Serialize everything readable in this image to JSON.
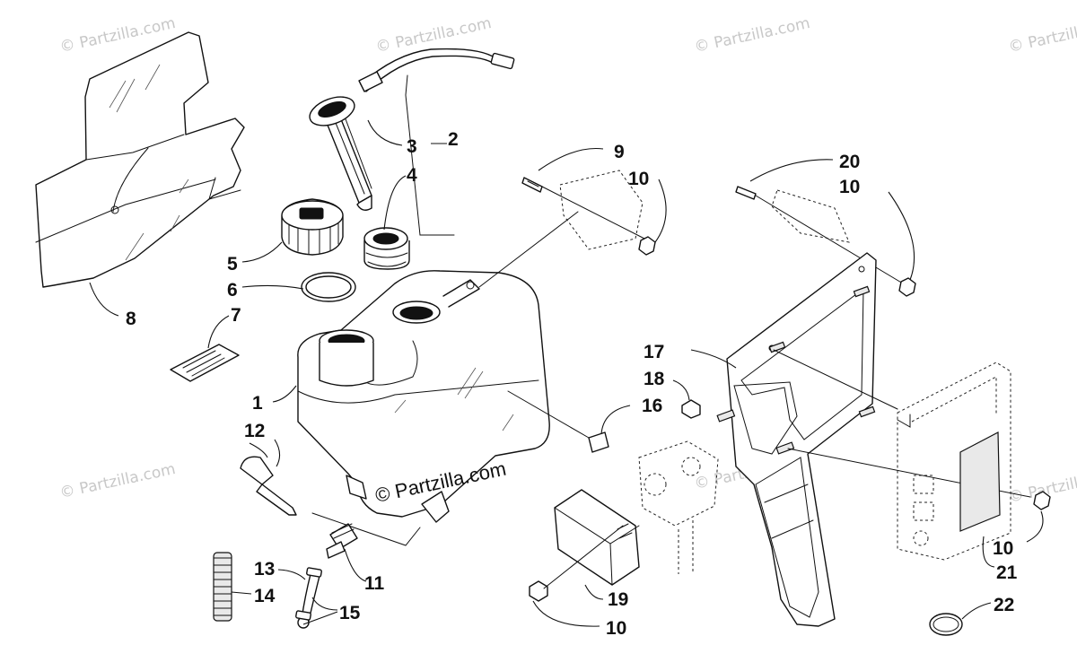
{
  "watermark": "© Partzilla.com",
  "brand_mark": "© Partzilla.com",
  "callouts": {
    "c1": "1",
    "c2": "2",
    "c3": "3",
    "c4": "4",
    "c5": "5",
    "c6": "6",
    "c7": "7",
    "c8": "8",
    "c9": "9",
    "c10a": "10",
    "c10b": "10",
    "c10c": "10",
    "c10d": "10",
    "c11": "11",
    "c12": "12",
    "c13": "13",
    "c14": "14",
    "c15": "15",
    "c16": "16",
    "c17": "17",
    "c18": "18",
    "c19": "19",
    "c20": "20",
    "c21": "21",
    "c22": "22"
  },
  "colors": {
    "ink": "#111111",
    "watermark": "#c8c8c8",
    "background": "#ffffff"
  }
}
